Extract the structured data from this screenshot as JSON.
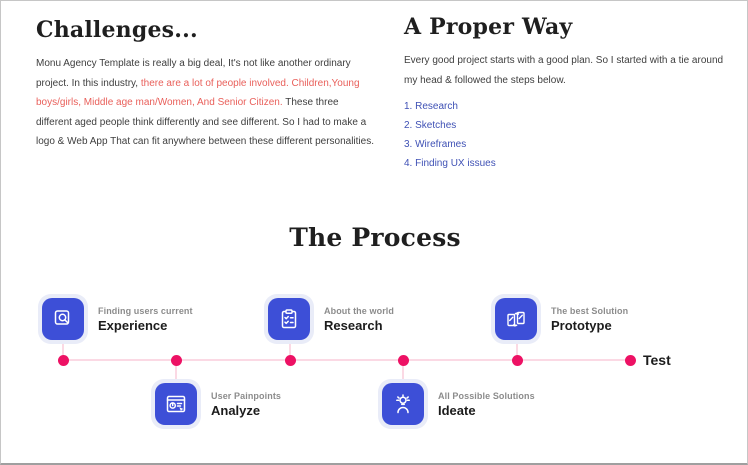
{
  "colors": {
    "accent_pink": "#ed1164",
    "timeline_line": "#fbd9e4",
    "icon_indigo": "#3d4fd7",
    "icon_halo": "#e9ecf8",
    "highlight_red": "#e9605b",
    "link_blue": "#3f51b5"
  },
  "challenges": {
    "title": "Challenges...",
    "text_parts": [
      {
        "text": "Monu Agency Template is really a big deal, It's not like another ordinary project. In this industry, "
      },
      {
        "text": "there are a lot of people involved. Children,Young boys/girls, Middle age man/Women, And Senior Citizen."
      },
      {
        "text": " These three different aged people think differently and see different. So I had to make a logo & Web App That can fit anywhere between these different personalities."
      }
    ]
  },
  "proper_way": {
    "title": "A Proper Way",
    "intro": "Every good project starts with a good plan. So I started with a tie around my head & followed the steps below.",
    "steps": [
      "1. Research",
      "2. Sketches",
      "3. Wireframes",
      "4. Finding UX issues"
    ]
  },
  "process": {
    "title": "The Process",
    "items": [
      {
        "subtitle": "Finding users current",
        "name": "Experience",
        "icon": "document-search-icon",
        "position": "above"
      },
      {
        "subtitle": "User Painpoints",
        "name": "Analyze",
        "icon": "analytics-window-icon",
        "position": "below"
      },
      {
        "subtitle": "About the world",
        "name": "Research",
        "icon": "clipboard-checklist-icon",
        "position": "above"
      },
      {
        "subtitle": "All Possible Solutions",
        "name": "Ideate",
        "icon": "idea-person-icon",
        "position": "below"
      },
      {
        "subtitle": "The best Solution",
        "name": "Prototype",
        "icon": "prototype-screens-icon",
        "position": "above"
      },
      {
        "name": "Test",
        "position": "on-line"
      }
    ]
  }
}
